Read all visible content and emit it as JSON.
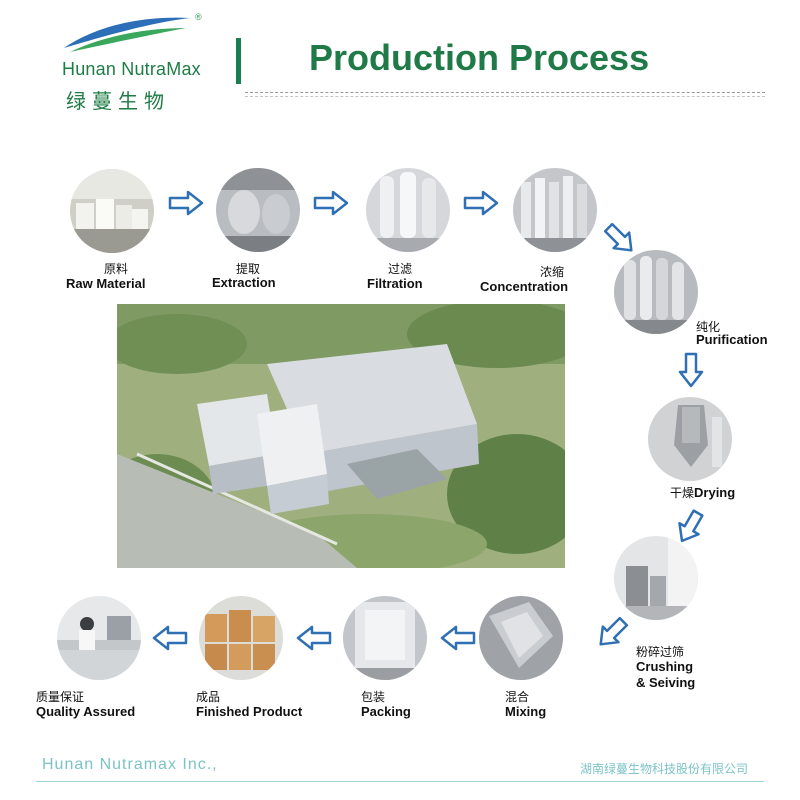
{
  "header": {
    "logo_en": "Hunan NutraMax",
    "logo_cn": "绿蔓生物",
    "logo_reg": "®",
    "title": "Production Process"
  },
  "steps": [
    {
      "cn": "原料",
      "en": "Raw Material"
    },
    {
      "cn": "提取",
      "en": "Extraction"
    },
    {
      "cn": "过滤",
      "en": "Filtration"
    },
    {
      "cn": "浓缩",
      "en": "Concentration"
    },
    {
      "cn": "纯化",
      "en": "Purification"
    },
    {
      "cn": "干燥",
      "en": "Drying"
    },
    {
      "cn": "粉碎过筛",
      "en": "Crushing",
      "en2": "& Seiving"
    },
    {
      "cn": "混合",
      "en": "Mixing"
    },
    {
      "cn": "包装",
      "en": "Packing"
    },
    {
      "cn": "成品",
      "en": "Finished Product"
    },
    {
      "cn": "质量保证",
      "en": "Quality Assured"
    }
  ],
  "footer": {
    "company_en": "Hunan Nutramax Inc.,",
    "company_cn": "湖南绿蔓生物科技股份有限公司"
  },
  "colors": {
    "brand_green": "#1f7a48",
    "arrow_blue": "#2f6fb3",
    "footer_teal": "#7cc3c8"
  }
}
